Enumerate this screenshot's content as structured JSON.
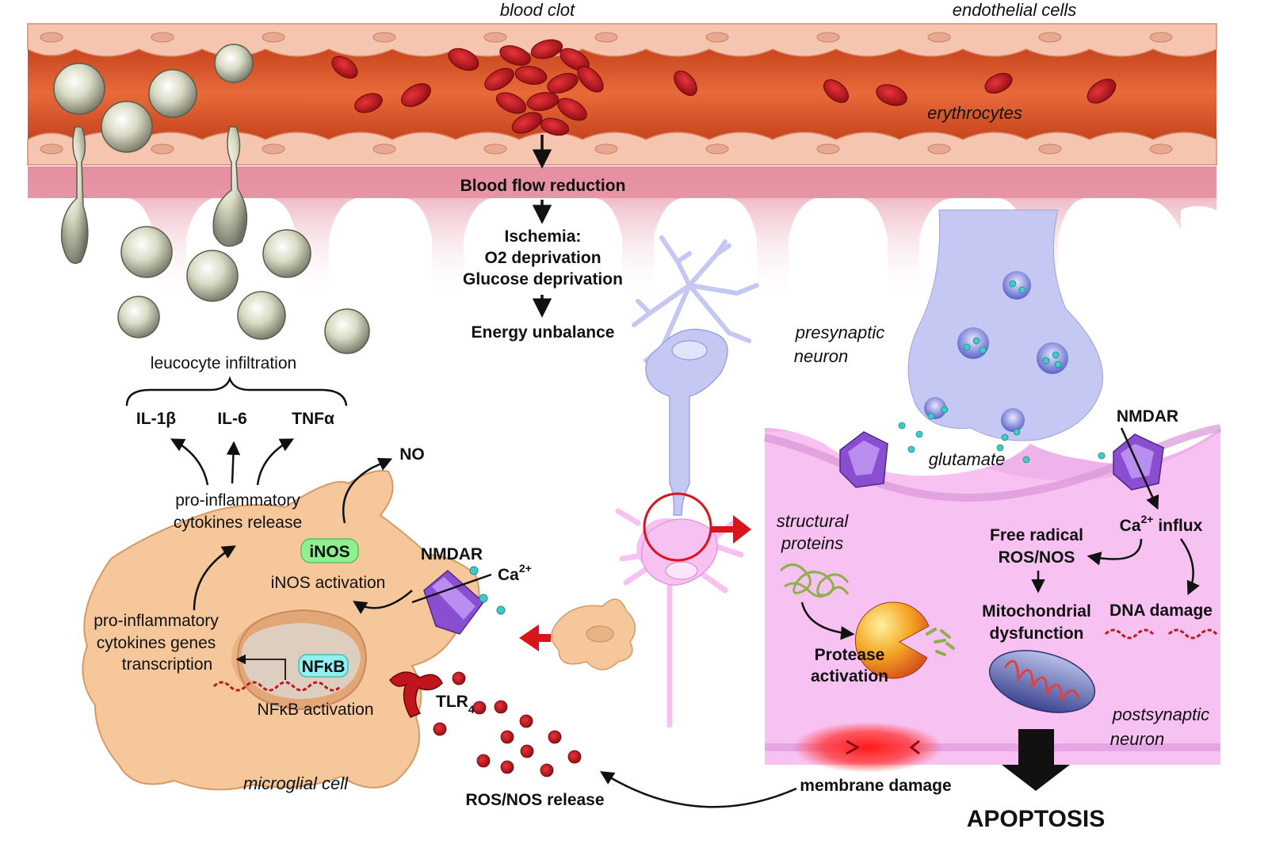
{
  "labels": {
    "blood_clot": "blood clot",
    "endothelial_cells": "endothelial cells",
    "erythrocytes": "erythrocytes",
    "blood_flow_reduction": "Blood flow reduction",
    "ischemia": "Ischemia:",
    "o2_deprivation": "O2 deprivation",
    "glucose_deprivation": "Glucose deprivation",
    "energy_unbalance": "Energy unbalance",
    "leucocyte_infiltration": "leucocyte infiltration",
    "il1b": "IL-1β",
    "il6": "IL-6",
    "tnfa": "TNFα",
    "no": "NO",
    "proinflam_release_1": "pro-inflammatory",
    "proinflam_release_2": "cytokines release",
    "inos_badge": "iNOS",
    "inos_activation": "iNOS activation",
    "nmdar_left": "NMDAR",
    "ca_left": "Ca",
    "ca_left_sup": "2+",
    "genes_1": "pro-inflammatory",
    "genes_2": "cytokines genes",
    "genes_3": "transcription",
    "nfkb_badge": "NFκB",
    "nfkb_activation": "NFκB activation",
    "tlr4": "TLR",
    "tlr4_sub": "4",
    "microglial_cell": "microglial cell",
    "ros_nos_release": "ROS/NOS release",
    "presynaptic_1": "presynaptic",
    "presynaptic_2": "neuron",
    "glutamate": "glutamate",
    "nmdar_right": "NMDAR",
    "structural_1": "structural",
    "structural_2": "proteins",
    "ca_influx_pre": "Ca",
    "ca_influx_sup": "2+",
    "ca_influx_post": " influx",
    "free_radical_1": "Free radical",
    "free_radical_2": "ROS/NOS",
    "mito_1": "Mitochondrial",
    "mito_2": "dysfunction",
    "dna_damage": "DNA damage",
    "protease_1": "Protease",
    "protease_2": "activation",
    "postsynaptic_1": "postsynaptic",
    "postsynaptic_2": "neuron",
    "membrane_damage": "membrane damage",
    "apoptosis": "APOPTOSIS"
  },
  "colors": {
    "vessel": "#e0643a",
    "endothelium": "#f7c8b4",
    "erythrocyte": "#c0161b",
    "leucocyte": "#c9cbb0",
    "microglia": "#f6c79b",
    "postsynaptic": "#f7c2f2",
    "presynaptic": "#c4c8f2",
    "nmdar": "#8a4fd1",
    "inos_badge": "#8ff08f",
    "nfkb_badge": "#8ff0f0",
    "red_arrow": "#d9141b"
  }
}
